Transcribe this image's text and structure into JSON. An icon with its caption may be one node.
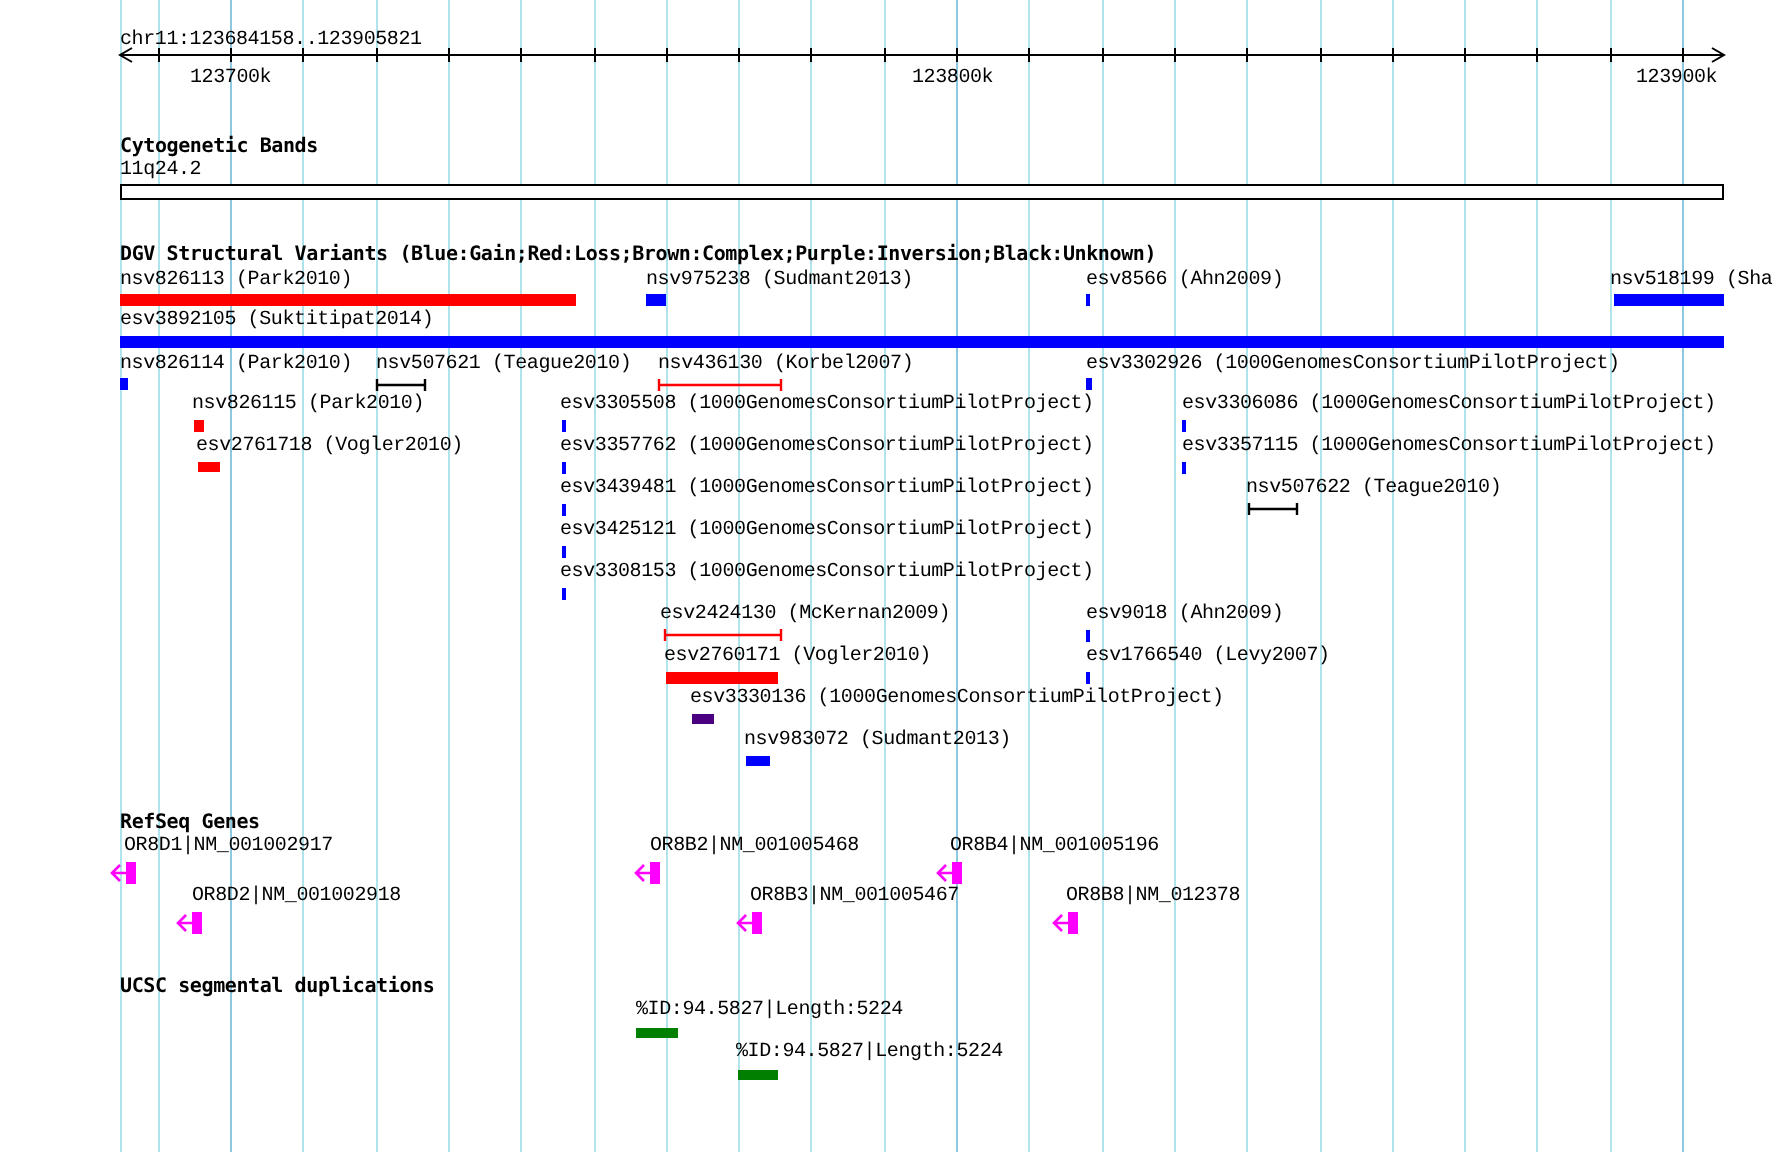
{
  "diagram": {
    "labels": [
      "chr11:123684158..123905821",
      "123700k",
      "123800k",
      "123900k",
      "Cytogenetic Bands",
      "11q24.2",
      "DGV Structural Variants (Blue:Gain;Red:Loss;Brown:Complex;Purple:Inversion;Black:Unknown)",
      "nsv826113 (Park2010)",
      "nsv975238 (Sudmant2013)",
      "esv8566 (Ahn2009)",
      "nsv518199 (Sha",
      "esv3892105 (Suktitipat2014)",
      "nsv826114 (Park2010)",
      "nsv507621 (Teague2010)",
      "nsv436130 (Korbel2007)",
      "esv3302926 (1000GenomesConsortiumPilotProject)",
      "nsv826115 (Park2010)",
      "esv3305508 (1000GenomesConsortiumPilotProject)",
      "esv3306086 (1000GenomesConsortiumPilotProject)",
      "esv2761718 (Vogler2010)",
      "esv3357762 (1000GenomesConsortiumPilotProject)",
      "esv3357115 (1000GenomesConsortiumPilotProject)",
      "esv3439481 (1000GenomesConsortiumPilotProject)",
      "nsv507622 (Teague2010)",
      "esv3425121 (1000GenomesConsortiumPilotProject)",
      "esv3308153 (1000GenomesConsortiumPilotProject)",
      "esv2424130 (McKernan2009)",
      "esv9018 (Ahn2009)",
      "esv2760171 (Vogler2010)",
      "esv1766540 (Levy2007)",
      "esv3330136 (1000GenomesConsortiumPilotProject)",
      "nsv983072 (Sudmant2013)",
      "RefSeq Genes",
      "OR8D1|NM_001002917",
      "OR8B2|NM_001005468",
      "OR8B4|NM_001005196",
      "OR8D2|NM_001002918",
      "OR8B3|NM_001005467",
      "OR8B8|NM_012378",
      "UCSC segmental duplications",
      "%ID:94.5827|Length:5224",
      "%ID:94.5827|Length:5224"
    ]
  }
}
